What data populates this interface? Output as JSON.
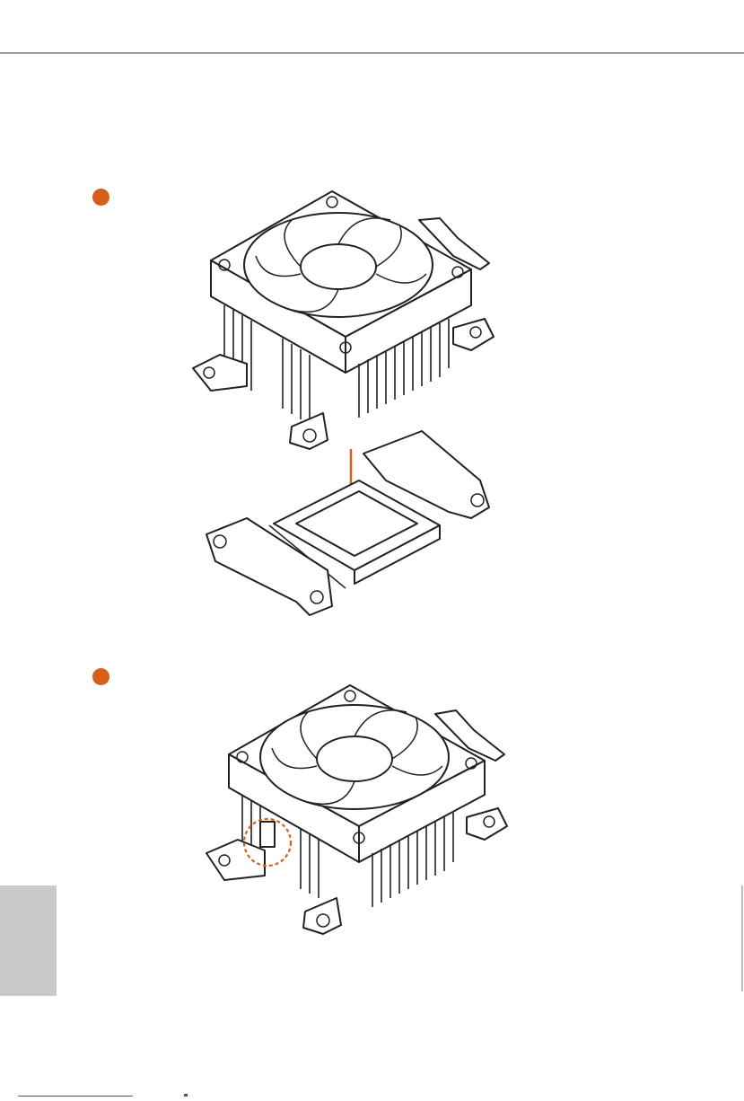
{
  "page": {
    "step_markers": [
      "step-1",
      "step-2"
    ]
  },
  "colors": {
    "accent": "#D4601C",
    "rule": "#9a9a9a",
    "tab": "#c9c9c9"
  },
  "icons": {
    "marker": "filled-circle",
    "arrow": "down-arrow",
    "highlight": "dashed-circle"
  }
}
